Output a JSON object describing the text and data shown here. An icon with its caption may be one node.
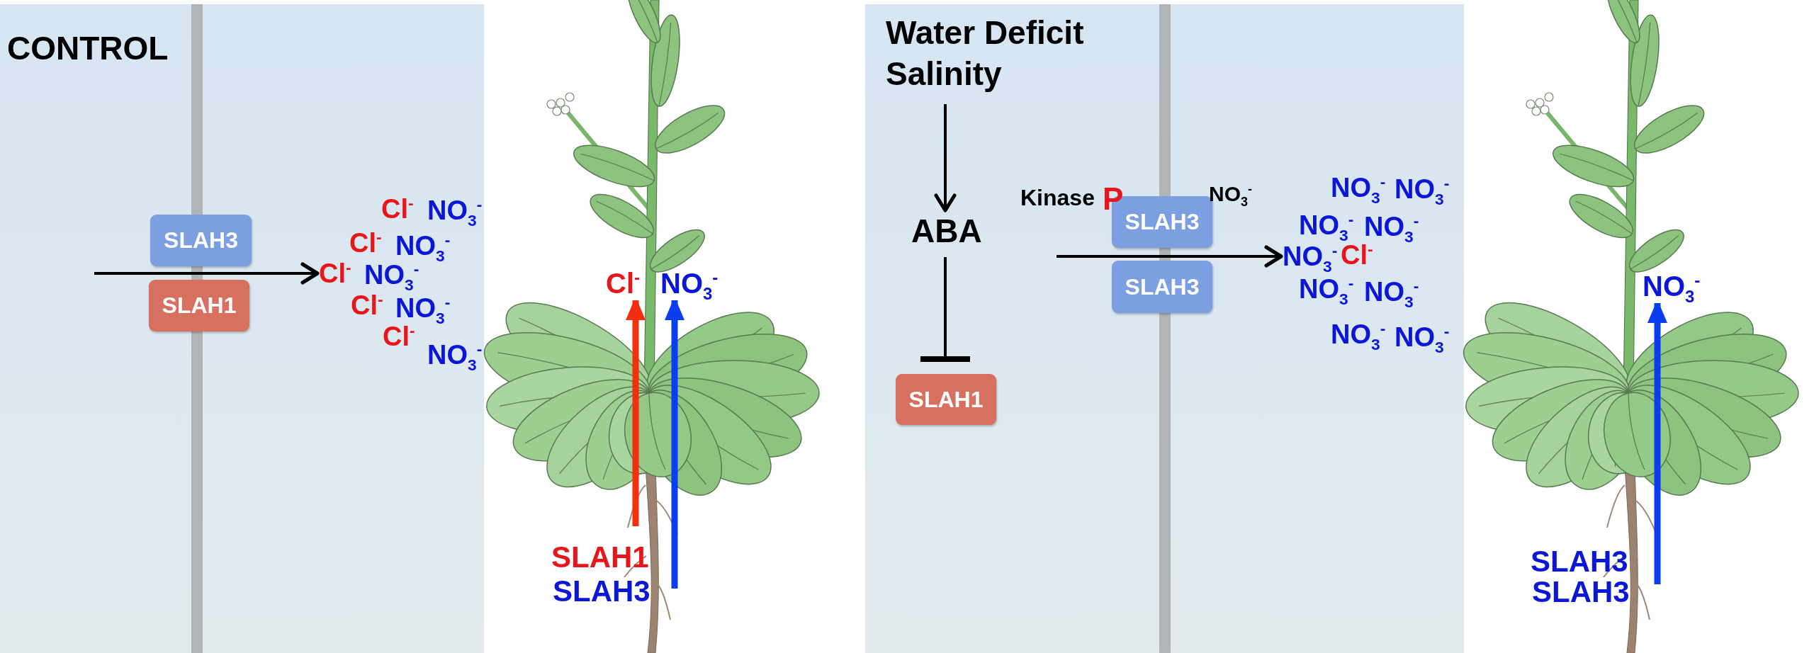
{
  "diagram": {
    "nodes": [
      {
        "text": [
          "SLAH3"
        ]
      },
      {
        "text": [
          "SLAH1"
        ]
      },
      {
        "text": [
          "Cl$^{-}$"
        ]
      },
      {
        "text": [
          "Cl$^{-}$"
        ]
      },
      {
        "text": [
          "NO$_{3}$$^{-}$"
        ]
      },
      {
        "text": [
          "Water Deficit Salinity"
        ]
      },
      {
        "text": [
          "ABA"
        ]
      },
      {
        "text": [
          "SLAH1"
        ]
      },
      {
        "text": [
          "SLAH3"
        ]
      },
      {
        "text": [
          "SLAH3"
        ]
      },
      {
        "text": [
          "NO$_{3}$$^{-}$"
        ]
      },
      {
        "text": [
          "NO$_{3}$$^{-}$"
        ]
      }
    ],
    "edges": [
      {
        "from": null,
        "to": 2,
        "arrow": "to"
      },
      {
        "from": null,
        "to": 3,
        "arrow": "to",
        "style": "thick",
        "color": "#f2300f"
      },
      {
        "from": null,
        "to": 4,
        "arrow": "to",
        "style": "thick",
        "color": "#0a3cf0"
      },
      {
        "from": 5,
        "to": 6,
        "arrow": "to"
      },
      {
        "from": 6,
        "to": 7,
        "arrow": "other"
      },
      {
        "from": null,
        "to": 10,
        "arrow": "to"
      },
      {
        "from": null,
        "to": 11,
        "arrow": "to",
        "style": "thick",
        "color": "#0a3cf0"
      }
    ],
    "labels": [
      "CONTROL",
      "Cl$^{-}$",
      "NO$_{3}$$^{-}$",
      "Cl$^{-}$",
      "NO$_{3}$$^{-}$",
      "NO$_{3}$$^{-}$",
      "Cl$^{-}$",
      "NO$_{3}$$^{-}$",
      "Cl$^{-}$",
      "NO$_{3}$$^{-}$",
      "SLAH1",
      "SLAH3",
      "Kinase",
      "P",
      "NO$_{3}$$^{-}$",
      "NO$_{3}$$^{-}$",
      "NO$_{3}$$^{-}$",
      "NO$_{3}$$^{-}$",
      "NO$_{3}$$^{-}$",
      "Cl$^{-}$",
      "NO$_{3}$$^{-}$",
      "NO$_{3}$$^{-}$",
      "NO$_{3}$$^{-}$",
      "NO$_{3}$$^{-}$",
      "SLAH3",
      "SLAH3"
    ]
  }
}
